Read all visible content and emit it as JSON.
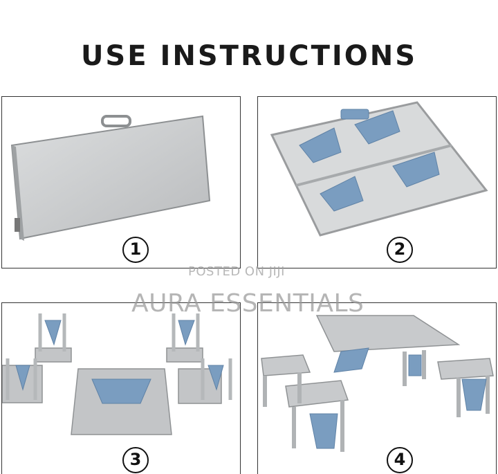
{
  "header": {
    "title": "USE INSTRUCTIONS"
  },
  "steps": [
    {
      "number": "1",
      "image": "folded-table-case"
    },
    {
      "number": "2",
      "image": "opened-case-with-stored-seats"
    },
    {
      "number": "3",
      "image": "seats-unfolding-from-table"
    },
    {
      "number": "4",
      "image": "assembled-picnic-table-with-seats"
    }
  ],
  "watermark": {
    "line1": "POSTED ON JIJI",
    "line2": "AURA ESSENTIALS"
  },
  "colors": {
    "aluminum": "#c9cbcd",
    "frame_blue": "#7a9dc0",
    "border": "#333333"
  }
}
